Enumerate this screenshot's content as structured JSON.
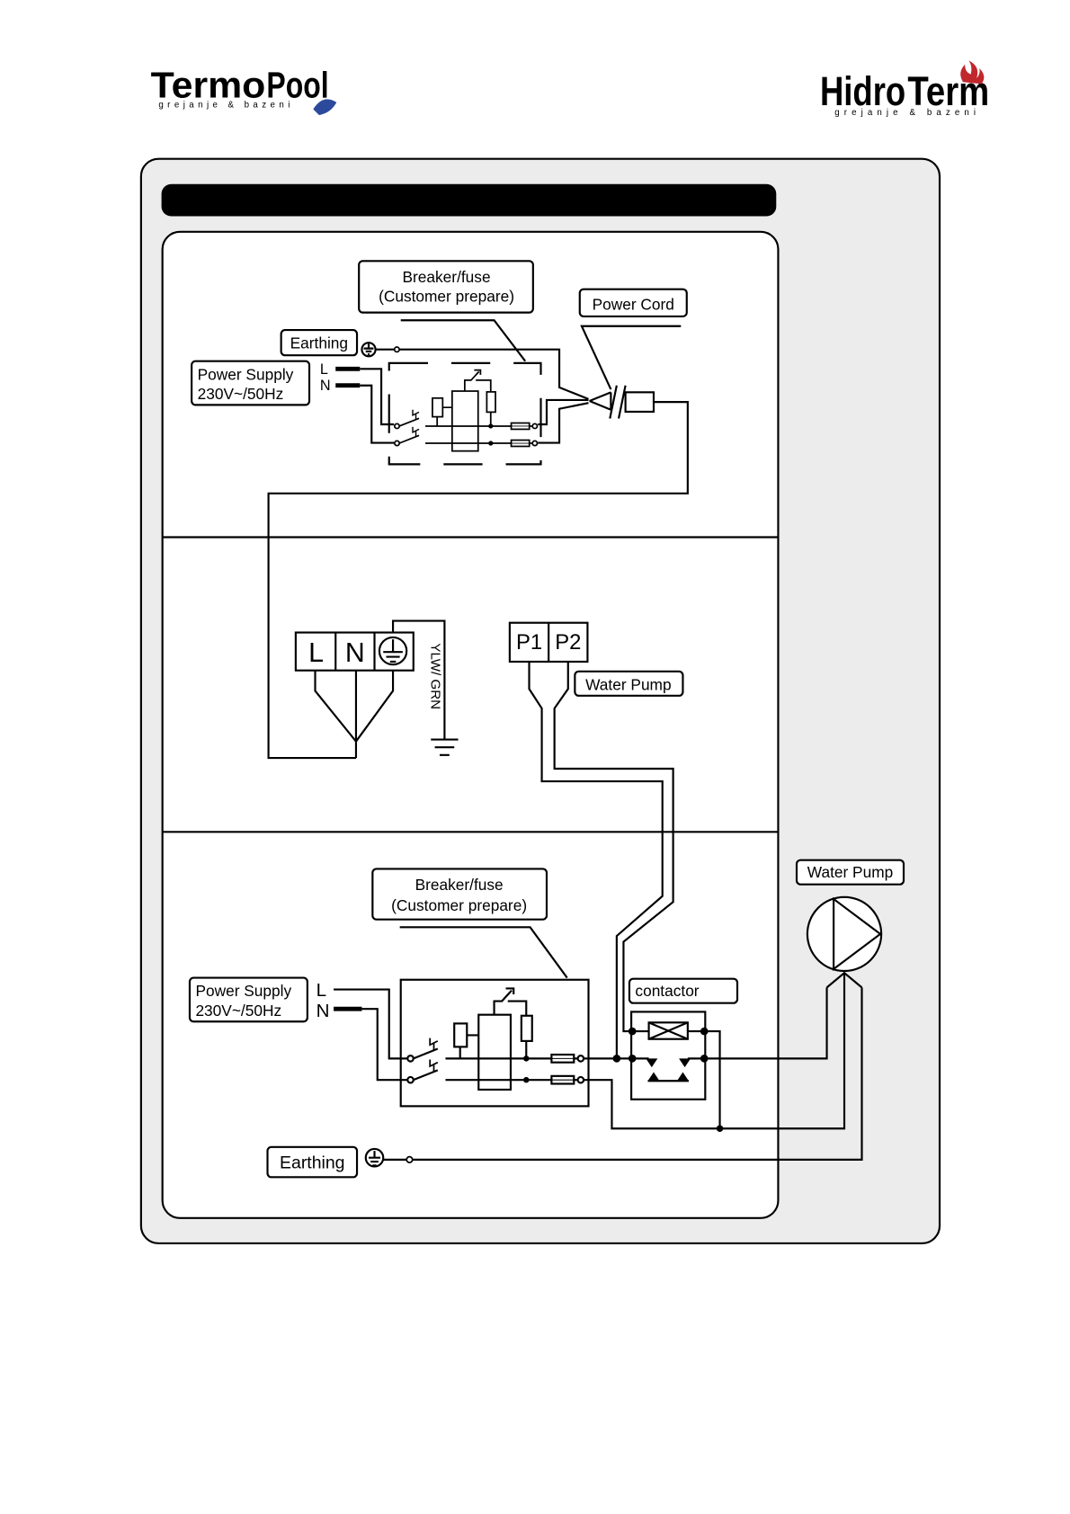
{
  "logos": {
    "left": {
      "name_part1": "Termo",
      "name_part2": "Pool",
      "tagline": "grejanje & bazeni"
    },
    "right": {
      "name_part1": "Hidro",
      "name_part2": "Term",
      "tagline": "grejanje & bazeni"
    }
  },
  "colors": {
    "logo_red": "#c0282d",
    "logo_blue": "#2c4a9c",
    "logo_navy": "#1f2a66",
    "panel_background": "#ececec",
    "header_bar": "#000000",
    "header_text": "#ffffff"
  },
  "header": {
    "title": "For water pump: Voltage 230V, Capacity >500W"
  },
  "panel_power_cord": {
    "breaker_label": [
      "Breaker/fuse",
      "(Customer prepare)"
    ],
    "power_cord_label": "Power Cord",
    "earthing_label": "Earthing",
    "power_supply_label": [
      "Power Supply",
      "230V~/50Hz"
    ],
    "line_label": "L",
    "neutral_label": "N"
  },
  "panel_terminals": {
    "terminal_l": "L",
    "terminal_n": "N",
    "earth_wire_label": "YLW/ GRN",
    "pump_terminal_1": "P1",
    "pump_terminal_2": "P2",
    "pump_label": "Water Pump"
  },
  "panel_contactor": {
    "breaker_label": [
      "Breaker/fuse",
      "(Customer prepare)"
    ],
    "power_supply_label": [
      "Power Supply",
      "230V~/50Hz"
    ],
    "line_label": "L",
    "neutral_label": "N",
    "contactor_label": "contactor",
    "pump_label": "Water Pump",
    "earthing_label": "Earthing"
  },
  "symbols": [
    "earth-icon",
    "ground-icon",
    "breaker-icon",
    "fuse-icon",
    "plug-icon",
    "contactor-coil-icon",
    "pump-icon"
  ]
}
